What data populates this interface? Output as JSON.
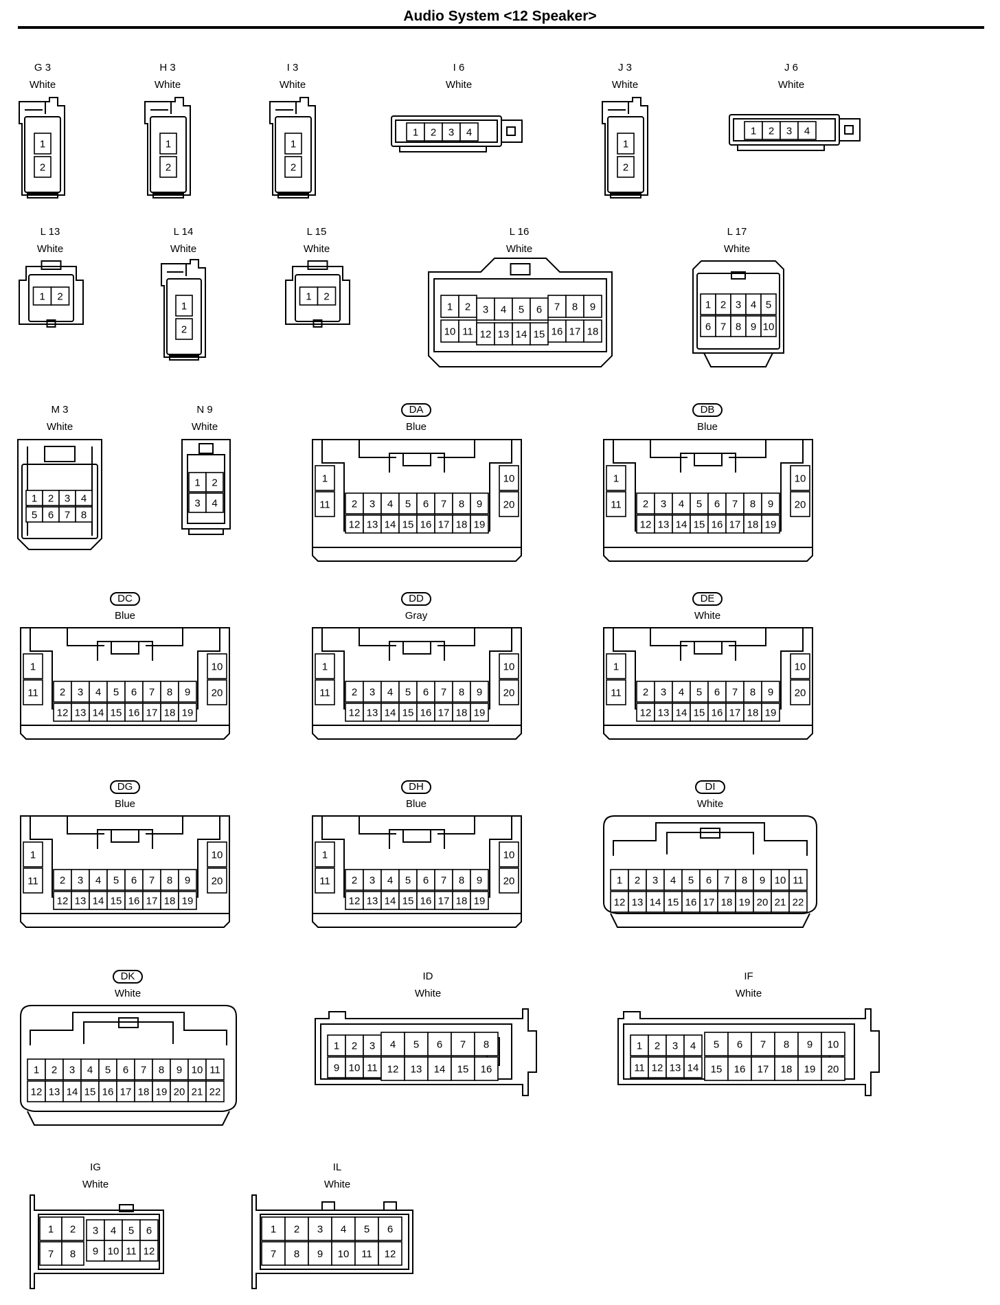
{
  "title": "Audio System <12 Speaker>",
  "connectors": [
    {
      "code": "G 3",
      "color": "White",
      "pins": [
        "1",
        "2"
      ]
    },
    {
      "code": "H 3",
      "color": "White",
      "pins": [
        "1",
        "2"
      ]
    },
    {
      "code": "I 3",
      "color": "White",
      "pins": [
        "1",
        "2"
      ]
    },
    {
      "code": "I 6",
      "color": "White",
      "pins": [
        "1",
        "2",
        "3",
        "4"
      ]
    },
    {
      "code": "J 3",
      "color": "White",
      "pins": [
        "1",
        "2"
      ]
    },
    {
      "code": "J 6",
      "color": "White",
      "pins": [
        "1",
        "2",
        "3",
        "4"
      ]
    },
    {
      "code": "L 13",
      "color": "White",
      "pins": [
        "1",
        "2"
      ]
    },
    {
      "code": "L 14",
      "color": "White",
      "pins": [
        "1",
        "2"
      ]
    },
    {
      "code": "L 15",
      "color": "White",
      "pins": [
        "1",
        "2"
      ]
    },
    {
      "code": "L 16",
      "color": "White",
      "pins": [
        "1",
        "2",
        "3",
        "4",
        "5",
        "6",
        "7",
        "8",
        "9",
        "10",
        "11",
        "12",
        "13",
        "14",
        "15",
        "16",
        "17",
        "18"
      ]
    },
    {
      "code": "L 17",
      "color": "White",
      "pins": [
        "1",
        "2",
        "3",
        "4",
        "5",
        "6",
        "7",
        "8",
        "9",
        "10"
      ]
    },
    {
      "code": "M 3",
      "color": "White",
      "pins": [
        "1",
        "2",
        "3",
        "4",
        "5",
        "6",
        "7",
        "8"
      ]
    },
    {
      "code": "N 9",
      "color": "White",
      "pins": [
        "1",
        "2",
        "3",
        "4"
      ]
    },
    {
      "code": "DA",
      "color": "Blue",
      "pins": [
        "1",
        "2",
        "3",
        "4",
        "5",
        "6",
        "7",
        "8",
        "9",
        "10",
        "11",
        "12",
        "13",
        "14",
        "15",
        "16",
        "17",
        "18",
        "19",
        "20"
      ]
    },
    {
      "code": "DB",
      "color": "Blue",
      "pins": [
        "1",
        "2",
        "3",
        "4",
        "5",
        "6",
        "7",
        "8",
        "9",
        "10",
        "11",
        "12",
        "13",
        "14",
        "15",
        "16",
        "17",
        "18",
        "19",
        "20"
      ]
    },
    {
      "code": "DC",
      "color": "Blue",
      "pins": [
        "1",
        "2",
        "3",
        "4",
        "5",
        "6",
        "7",
        "8",
        "9",
        "10",
        "11",
        "12",
        "13",
        "14",
        "15",
        "16",
        "17",
        "18",
        "19",
        "20"
      ]
    },
    {
      "code": "DD",
      "color": "Gray",
      "pins": [
        "1",
        "2",
        "3",
        "4",
        "5",
        "6",
        "7",
        "8",
        "9",
        "10",
        "11",
        "12",
        "13",
        "14",
        "15",
        "16",
        "17",
        "18",
        "19",
        "20"
      ]
    },
    {
      "code": "DE",
      "color": "White",
      "pins": [
        "1",
        "2",
        "3",
        "4",
        "5",
        "6",
        "7",
        "8",
        "9",
        "10",
        "11",
        "12",
        "13",
        "14",
        "15",
        "16",
        "17",
        "18",
        "19",
        "20"
      ]
    },
    {
      "code": "DG",
      "color": "Blue",
      "pins": [
        "1",
        "2",
        "3",
        "4",
        "5",
        "6",
        "7",
        "8",
        "9",
        "10",
        "11",
        "12",
        "13",
        "14",
        "15",
        "16",
        "17",
        "18",
        "19",
        "20"
      ]
    },
    {
      "code": "DH",
      "color": "Blue",
      "pins": [
        "1",
        "2",
        "3",
        "4",
        "5",
        "6",
        "7",
        "8",
        "9",
        "10",
        "11",
        "12",
        "13",
        "14",
        "15",
        "16",
        "17",
        "18",
        "19",
        "20"
      ]
    },
    {
      "code": "DI",
      "color": "White",
      "pins": [
        "1",
        "2",
        "3",
        "4",
        "5",
        "6",
        "7",
        "8",
        "9",
        "10",
        "11",
        "12",
        "13",
        "14",
        "15",
        "16",
        "17",
        "18",
        "19",
        "20",
        "21",
        "22"
      ]
    },
    {
      "code": "DK",
      "color": "White",
      "pins": [
        "1",
        "2",
        "3",
        "4",
        "5",
        "6",
        "7",
        "8",
        "9",
        "10",
        "11",
        "12",
        "13",
        "14",
        "15",
        "16",
        "17",
        "18",
        "19",
        "20",
        "21",
        "22"
      ]
    },
    {
      "code": "ID",
      "color": "White",
      "pins": [
        "1",
        "2",
        "3",
        "4",
        "5",
        "6",
        "7",
        "8",
        "9",
        "10",
        "11",
        "12",
        "13",
        "14",
        "15",
        "16"
      ]
    },
    {
      "code": "IF",
      "color": "White",
      "pins": [
        "1",
        "2",
        "3",
        "4",
        "5",
        "6",
        "7",
        "8",
        "9",
        "10",
        "11",
        "12",
        "13",
        "14",
        "15",
        "16",
        "17",
        "18",
        "19",
        "20"
      ]
    },
    {
      "code": "IG",
      "color": "White",
      "pins": [
        "1",
        "2",
        "3",
        "4",
        "5",
        "6",
        "7",
        "8",
        "9",
        "10",
        "11",
        "12"
      ]
    },
    {
      "code": "IL",
      "color": "White",
      "pins": [
        "1",
        "2",
        "3",
        "4",
        "5",
        "6",
        "7",
        "8",
        "9",
        "10",
        "11",
        "12"
      ]
    }
  ]
}
